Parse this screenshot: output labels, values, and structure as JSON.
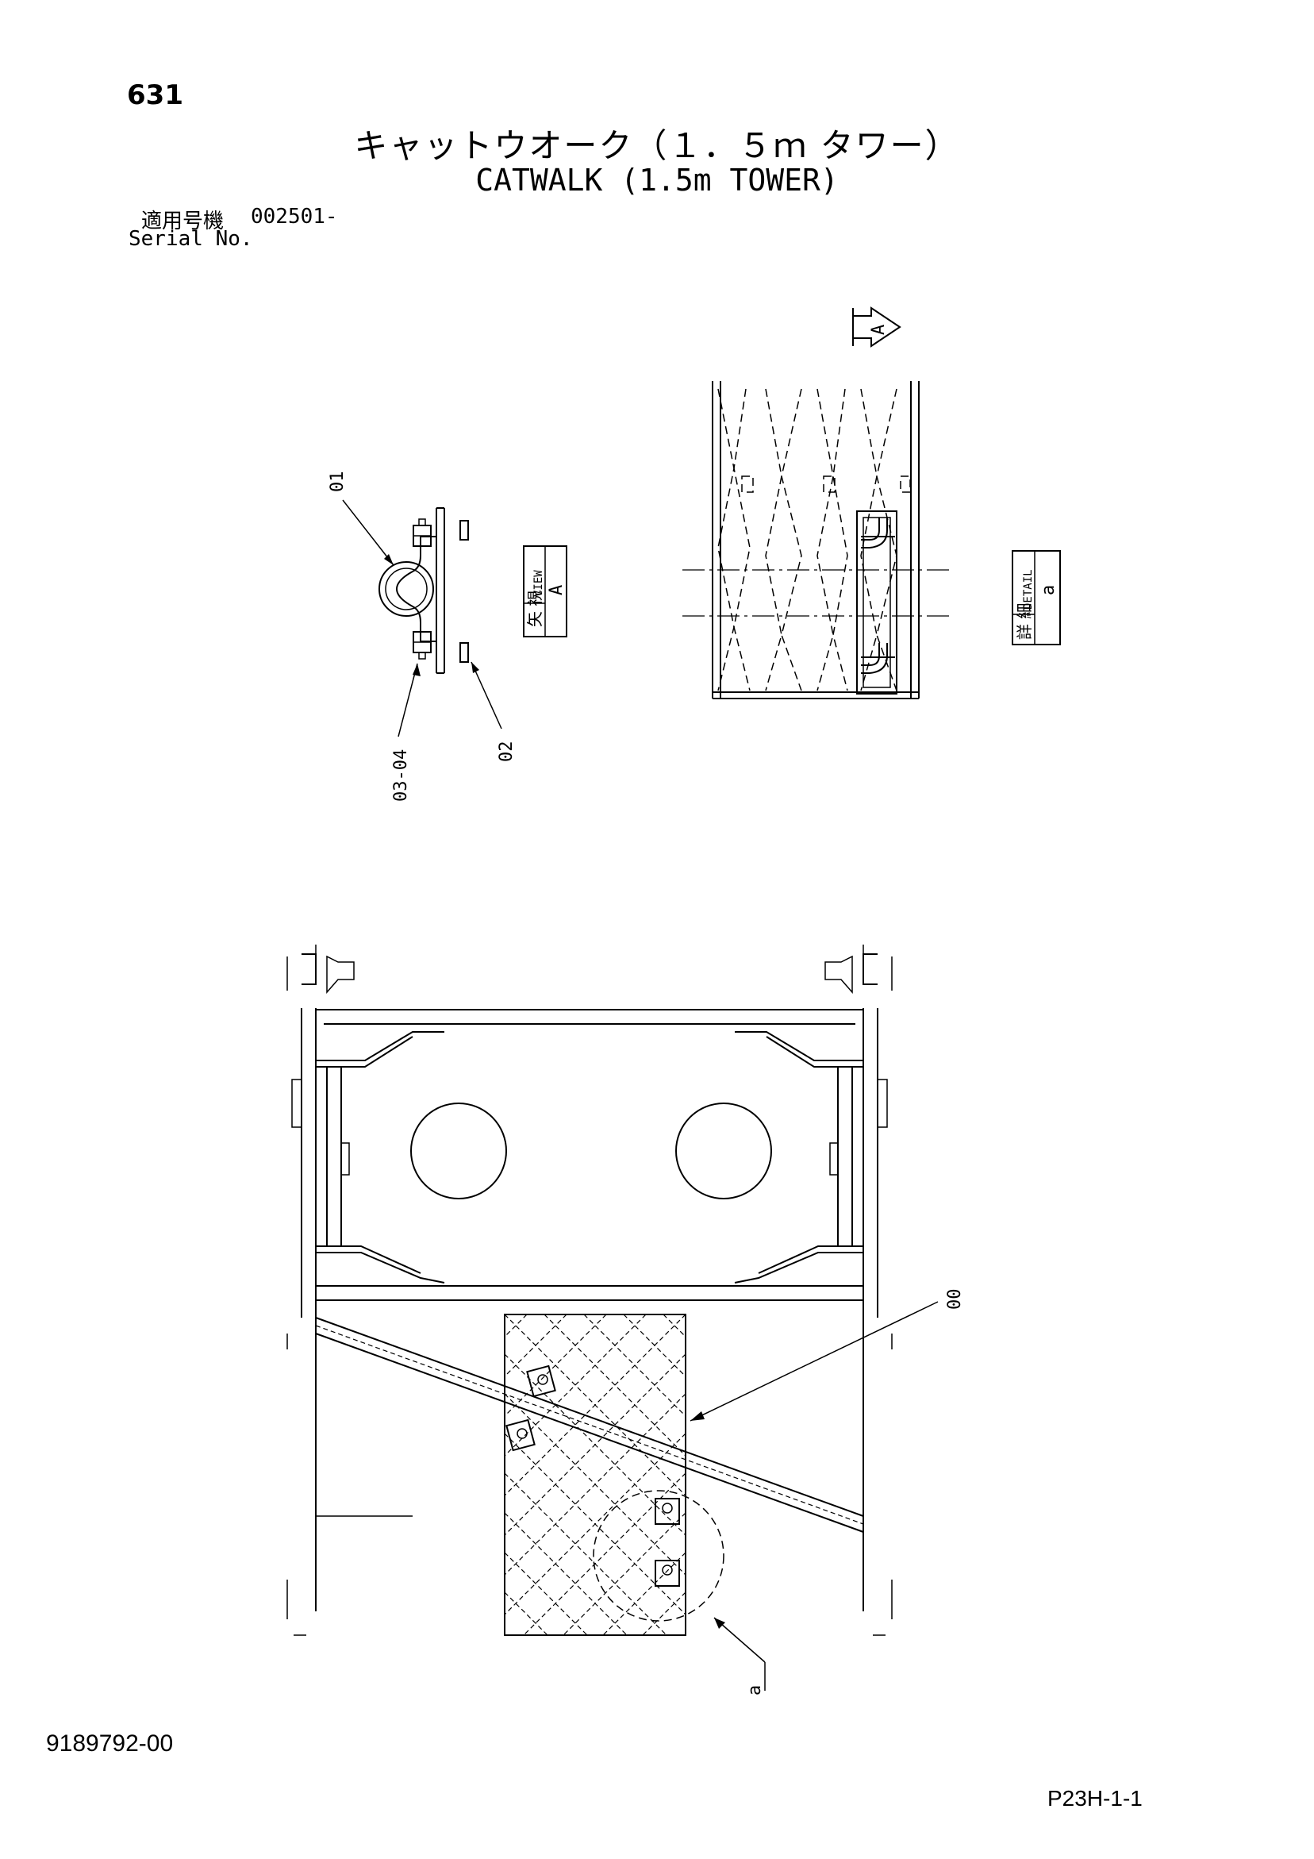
{
  "header": {
    "page_number": "631",
    "title_jp": "キャットウオーク（１．５ｍ タワー）",
    "title_en": "CATWALK (1.5m TOWER)",
    "serial_label_jp": "適用号機",
    "serial_value": "002501-",
    "serial_label_en": "Serial No."
  },
  "callouts": {
    "part_01": "01",
    "part_02": "02",
    "part_03_04": "03-04",
    "part_00": "00",
    "detail_ref": "a"
  },
  "view_tags": {
    "view_arrow_letter": "A",
    "view_label_jp": "矢 視",
    "view_label_en": "VIEW",
    "view_letter": "A",
    "detail_label_jp": "詳 細",
    "detail_label_en": "DETAIL",
    "detail_letter": "a"
  },
  "footer": {
    "doc_code": "9189792-00",
    "sheet_code": "P23H-1-1"
  }
}
